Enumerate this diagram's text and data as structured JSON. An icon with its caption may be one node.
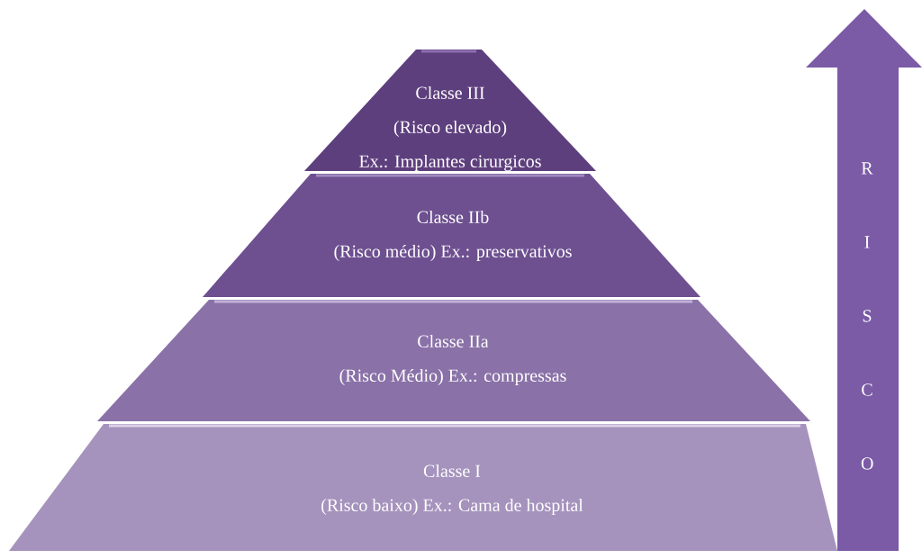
{
  "diagram": {
    "nodes": [
      {
        "text": [
          "Classe III",
          "(Risco elevado)",
          "Ex.: Implantes cirurgicos"
        ]
      },
      {
        "text": [
          "Classe IIb",
          "(Risco médio) Ex.: preservativos"
        ]
      },
      {
        "text": [
          "Classe IIa",
          "(Risco Médio) Ex.: compressas"
        ]
      },
      {
        "text": [
          "Classe I",
          "(Risco baixo) Ex.: Cama de hospital"
        ]
      },
      {
        "text": [
          "R I S C O"
        ]
      }
    ]
  }
}
